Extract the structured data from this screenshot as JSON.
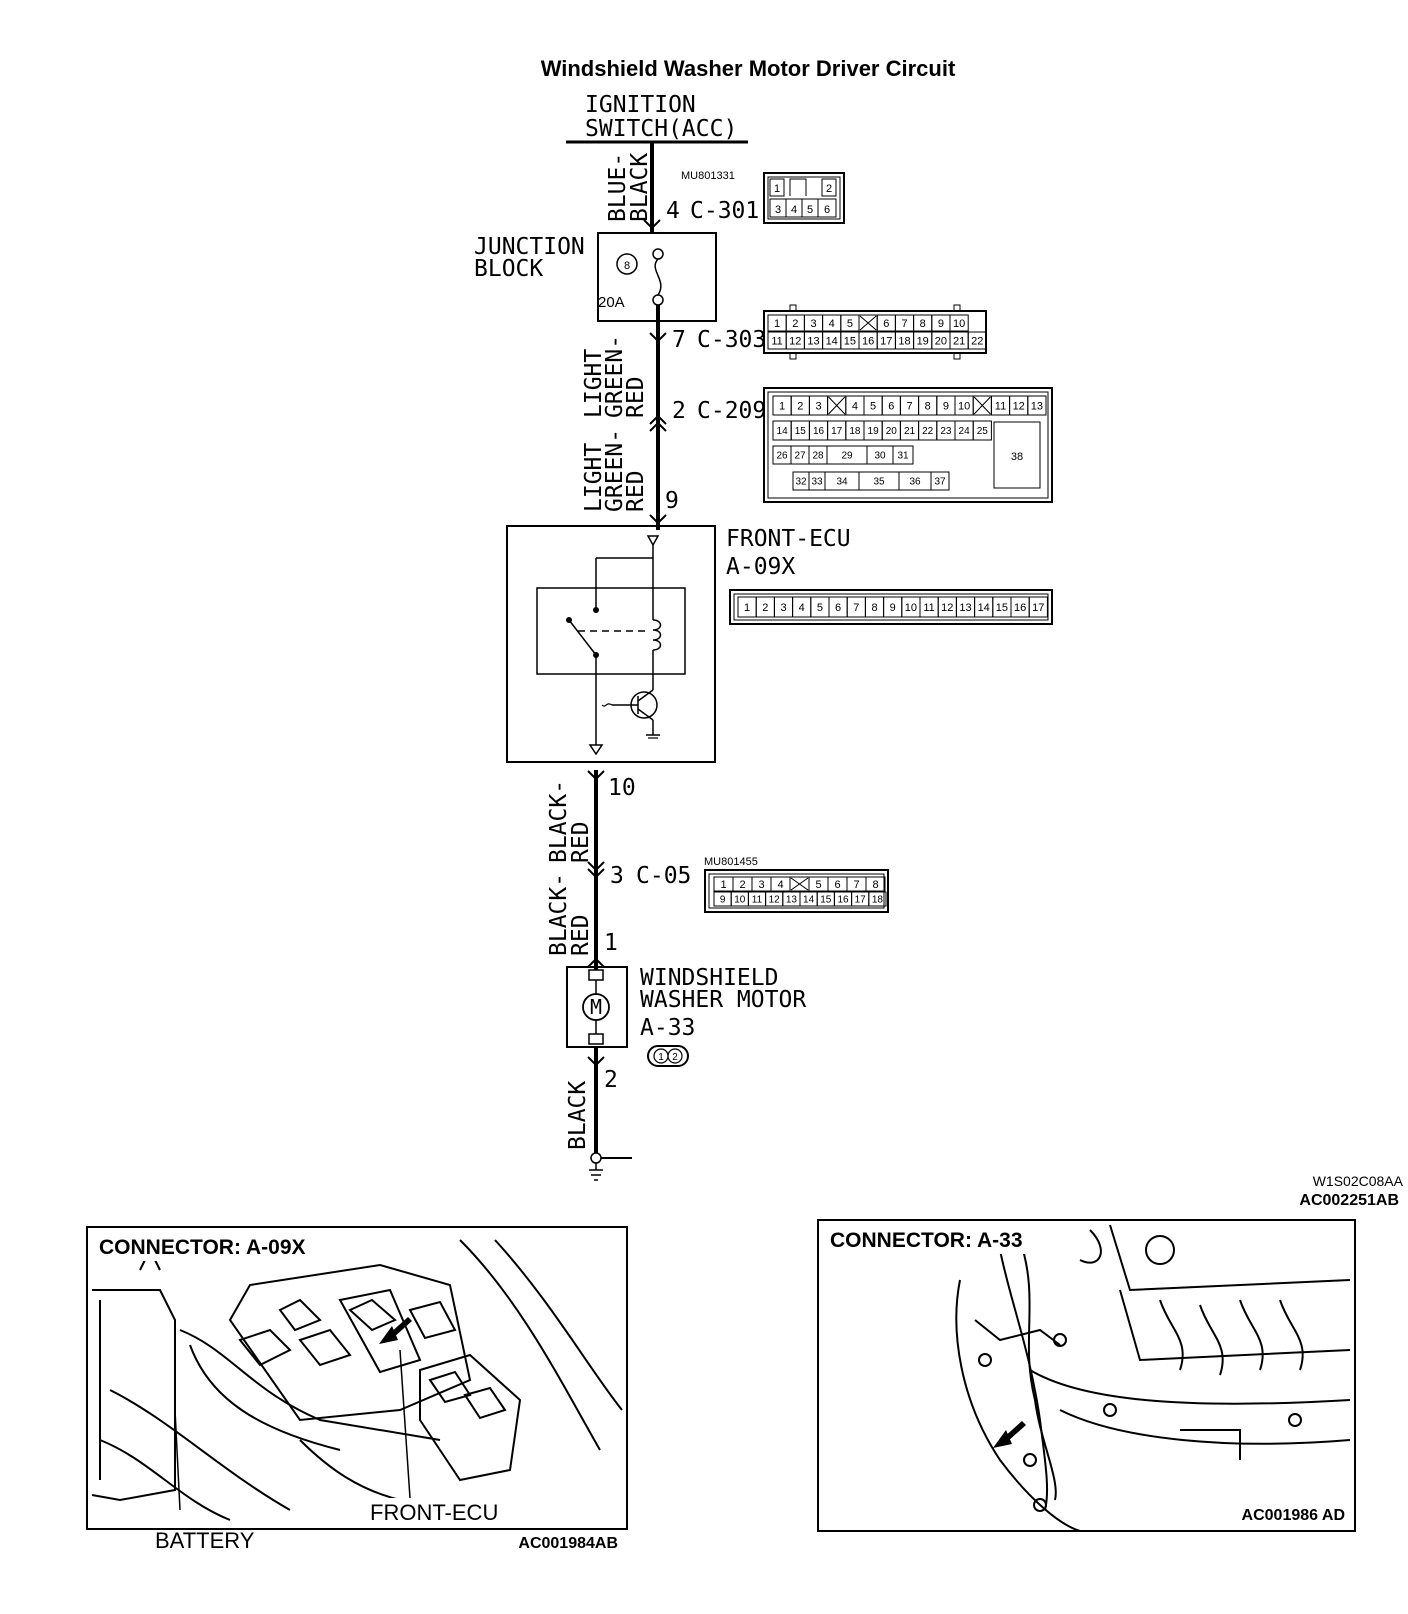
{
  "title": "Windshield Washer Motor Driver Circuit",
  "ignition": {
    "line1": "IGNITION",
    "line2": "SWITCH(ACC)"
  },
  "wire_top": {
    "line1": "BLUE-",
    "line2": "BLACK"
  },
  "c301": {
    "pin": "4",
    "name": "C-301",
    "part": "MU801331",
    "cells": [
      "1",
      "2",
      "3",
      "4",
      "5",
      "6"
    ]
  },
  "junction": {
    "line1": "JUNCTION",
    "line2": "BLOCK",
    "fuse_no": "8",
    "fuse_rating": "20A"
  },
  "wire_mid1": {
    "line1": "LIGHT",
    "line2": "GREEN-",
    "line3": "RED"
  },
  "c303": {
    "pin": "7",
    "name": "C-303",
    "row1": [
      "1",
      "2",
      "3",
      "4",
      "5",
      "",
      "6",
      "7",
      "8",
      "9",
      "10"
    ],
    "row2": [
      "11",
      "12",
      "13",
      "14",
      "15",
      "16",
      "17",
      "18",
      "19",
      "20",
      "21",
      "22"
    ]
  },
  "wire_mid2": {
    "line1": "LIGHT",
    "line2": "GREEN-",
    "line3": "RED"
  },
  "c209": {
    "pin": "2",
    "name": "C-209",
    "row1": [
      "1",
      "2",
      "3",
      "",
      "4",
      "5",
      "6",
      "7",
      "8",
      "9",
      "10",
      "",
      "11",
      "12",
      "13"
    ],
    "row2": [
      "14",
      "15",
      "16",
      "17",
      "18",
      "19",
      "20",
      "21",
      "22",
      "23",
      "24",
      "25"
    ],
    "row3": [
      "26",
      "27",
      "28",
      "29",
      "30",
      "31"
    ],
    "row4": [
      "32",
      "33",
      "34",
      "35",
      "36",
      "37"
    ],
    "big": "38"
  },
  "ecu_pin_in": "9",
  "ecu": {
    "line1": "FRONT-ECU",
    "line2": "A-09X",
    "cells": [
      "1",
      "2",
      "3",
      "4",
      "5",
      "6",
      "7",
      "8",
      "9",
      "10",
      "11",
      "12",
      "13",
      "14",
      "15",
      "16",
      "17"
    ]
  },
  "ecu_pin_out": "10",
  "wire_low1": {
    "line1": "BLACK-",
    "line2": "RED"
  },
  "c05": {
    "pin": "3",
    "name": "C-05",
    "part": "MU801455",
    "row1": [
      "1",
      "2",
      "3",
      "4",
      "",
      "5",
      "6",
      "7",
      "8"
    ],
    "row2": [
      "9",
      "10",
      "11",
      "12",
      "13",
      "14",
      "15",
      "16",
      "17",
      "18"
    ]
  },
  "wire_low2": {
    "line1": "BLACK-",
    "line2": "RED"
  },
  "motor_pin_in": "1",
  "motor": {
    "line1": "WINDSHIELD",
    "line2": "WASHER MOTOR",
    "code": "A-33",
    "symbol": "M",
    "conn_pins": [
      "1",
      "2"
    ]
  },
  "motor_pin_out": "2",
  "wire_bottom": "BLACK",
  "ref_codes": {
    "line1": "W1S02C08AA",
    "line2": "AC002251AB"
  },
  "photo_left": {
    "title": "CONNECTOR: A-09X",
    "label_ecu": "FRONT-ECU",
    "label_battery": "BATTERY",
    "code": "AC001984AB"
  },
  "photo_right": {
    "title": "CONNECTOR: A-33",
    "code": "AC001986 AD"
  }
}
